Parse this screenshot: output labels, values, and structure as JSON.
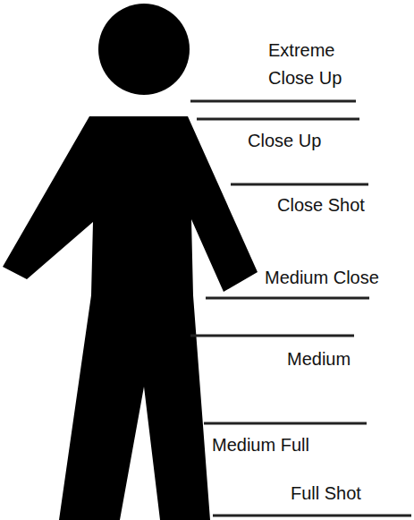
{
  "diagram": {
    "labels": [
      "Extreme Close Up",
      "Close Up",
      "Close Shot",
      "Medium Close",
      "Medium",
      "Medium Full",
      "Full Shot"
    ]
  }
}
